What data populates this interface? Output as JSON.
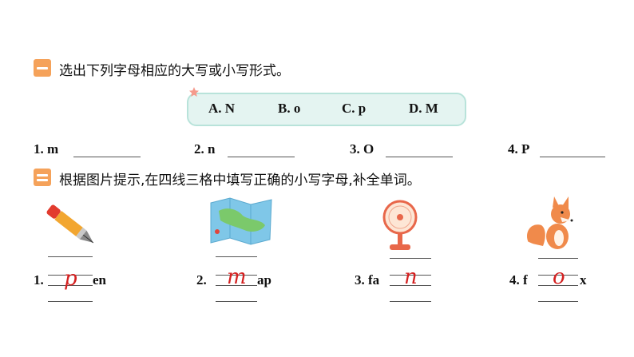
{
  "section1": {
    "number_icon": "section-one-badge",
    "title": "选出下列字母相应的大写或小写形式。"
  },
  "options": [
    "A. N",
    "B. o",
    "C. p",
    "D. M"
  ],
  "q1": [
    {
      "label": "1. m"
    },
    {
      "label": "2. n"
    },
    {
      "label": "3. O"
    },
    {
      "label": "4. P"
    }
  ],
  "section2": {
    "number_icon": "section-two-badge",
    "title": "根据图片提示,在四线三格中填写正确的小写字母,补全单词。"
  },
  "q2": [
    {
      "num": "1.",
      "before": "",
      "answer": "p",
      "after": "en",
      "image": "pen-icon"
    },
    {
      "num": "2.",
      "before": "",
      "answer": "m",
      "after": "ap",
      "image": "map-icon"
    },
    {
      "num": "3.",
      "before": "fa",
      "answer": "n",
      "after": "",
      "image": "fan-icon"
    },
    {
      "num": "4.",
      "before": "f",
      "answer": "o",
      "after": "x",
      "image": "fox-icon"
    }
  ],
  "colors": {
    "badge": "#f5a25a",
    "box_fill": "#e4f4f1",
    "box_border": "#b8e3da",
    "answer": "#d42020"
  }
}
